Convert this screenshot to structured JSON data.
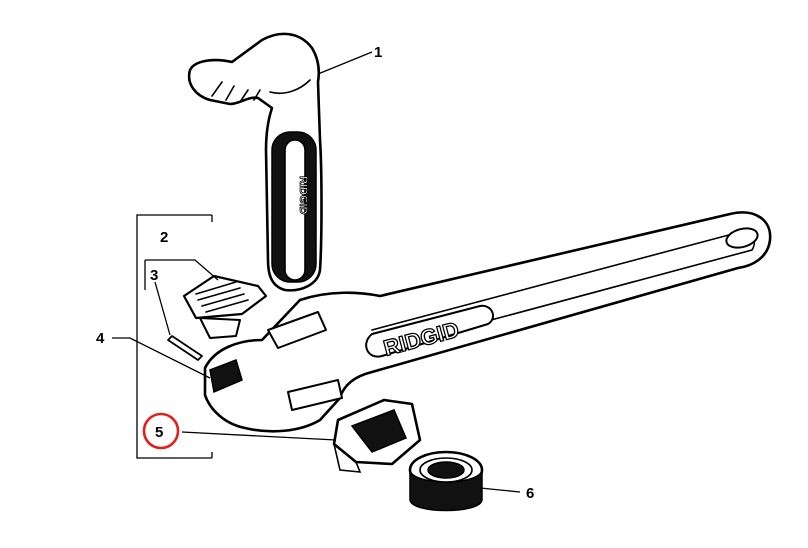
{
  "diagram": {
    "callouts": [
      {
        "id": "1",
        "label": "1",
        "highlighted": false
      },
      {
        "id": "2",
        "label": "2",
        "highlighted": false
      },
      {
        "id": "3",
        "label": "3",
        "highlighted": false
      },
      {
        "id": "4",
        "label": "4",
        "highlighted": false
      },
      {
        "id": "5",
        "label": "5",
        "highlighted": true
      },
      {
        "id": "6",
        "label": "6",
        "highlighted": false
      }
    ],
    "handle_brand": "RIDGID",
    "hook_jaw_brand": "RIDGID",
    "highlight_color": "#e0201b"
  }
}
